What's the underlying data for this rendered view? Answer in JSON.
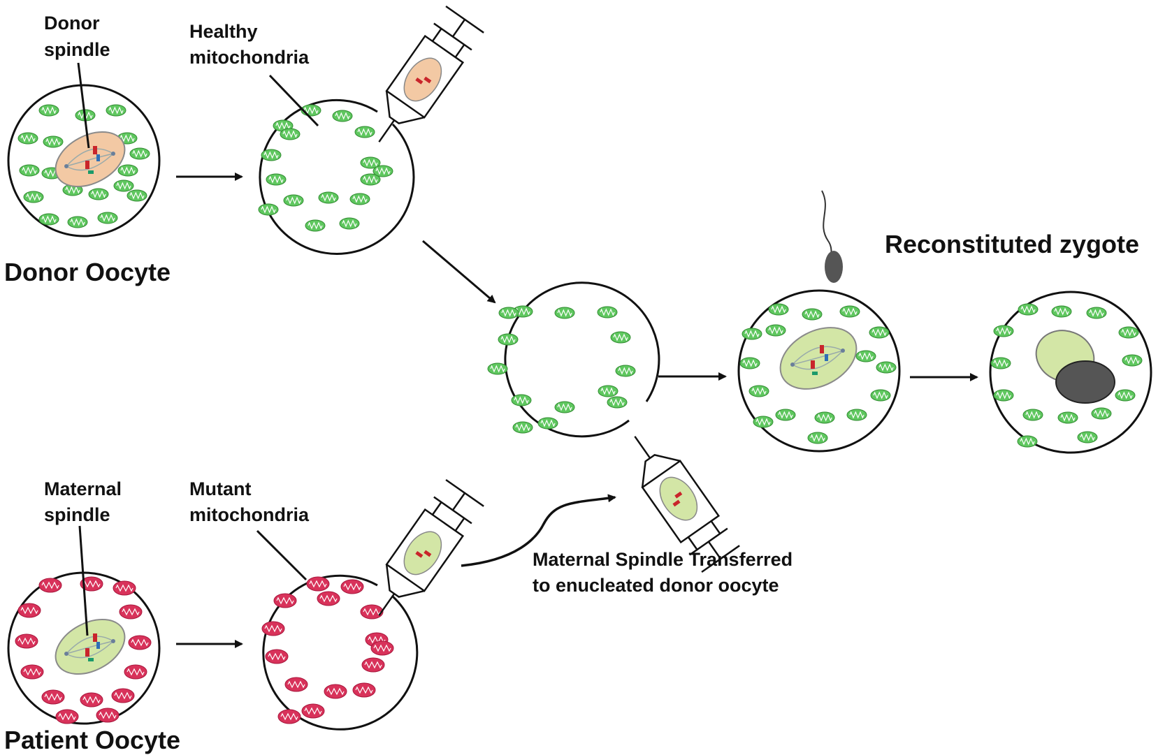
{
  "labels": {
    "donor_spindle": [
      "Donor",
      "spindle"
    ],
    "healthy_mito": [
      "Healthy",
      "mitochondria"
    ],
    "donor_oocyte": "Donor Oocyte",
    "maternal_spindle": [
      "Maternal",
      "spindle"
    ],
    "mutant_mito": [
      "Mutant",
      "mitochondria"
    ],
    "patient_oocyte": "Patient Oocyte",
    "transfer": [
      "Maternal Spindle Transferred",
      "to enucleated donor oocyte"
    ],
    "zygote": "Reconstituted zygote"
  },
  "colors": {
    "healthy_mito": "#5fc75f",
    "mutant_mito": "#d8325a",
    "donor_spindle_fill": "#f3c9a4",
    "maternal_spindle_fill": "#d3e6a6",
    "sperm": "#555555",
    "male_pronucleus": "#555555",
    "outline": "#111111"
  },
  "cells": [
    {
      "id": "donor-oocyte",
      "mito": "healthy",
      "spindle": "donor"
    },
    {
      "id": "enucleated-donor",
      "mito": "healthy",
      "spindle": "none"
    },
    {
      "id": "enucleated-donor-receiving",
      "mito": "healthy",
      "spindle": "none"
    },
    {
      "id": "reconstructed-oocyte",
      "mito": "healthy",
      "spindle": "maternal"
    },
    {
      "id": "reconstituted-zygote",
      "mito": "healthy",
      "spindle": "pronuclei"
    },
    {
      "id": "patient-oocyte",
      "mito": "mutant",
      "spindle": "maternal"
    },
    {
      "id": "enucleated-patient",
      "mito": "mutant",
      "spindle": "none"
    }
  ]
}
